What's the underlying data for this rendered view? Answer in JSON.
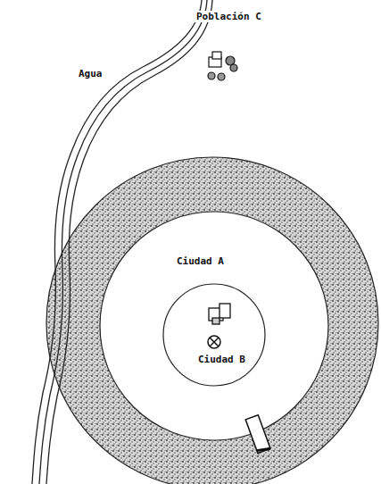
{
  "diagram": {
    "labels": [
      "Población C",
      "Agua",
      "Ciudad A",
      "Ciudad B"
    ]
  }
}
